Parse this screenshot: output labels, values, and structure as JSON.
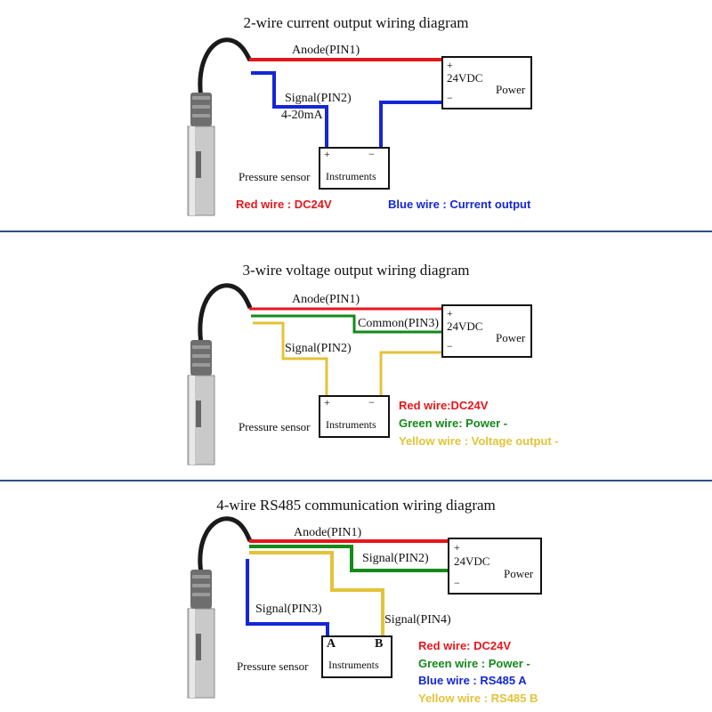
{
  "colors": {
    "red": "#e8161b",
    "blue": "#1427d6",
    "green": "#138a1a",
    "yellow": "#e3c338",
    "divider": "#2f4f86"
  },
  "diagram1": {
    "title": "2-wire current output wiring diagram",
    "anode": "Anode(PIN1)",
    "signal": "Signal(PIN2)",
    "current": "4-20mA",
    "plus": "+",
    "minus": "−",
    "vdc": "24VDC",
    "power": "Power",
    "instruments": "Instruments",
    "sensor": "Pressure sensor",
    "legend": [
      {
        "text": "Red wire : DC24V",
        "color": "red"
      },
      {
        "text": "Blue wire : Current output",
        "color": "blue"
      }
    ]
  },
  "diagram2": {
    "title": "3-wire voltage output wiring diagram",
    "anode": "Anode(PIN1)",
    "common": "Common(PIN3)",
    "signal": "Signal(PIN2)",
    "plus": "+",
    "minus": "−",
    "vdc": "24VDC",
    "power": "Power",
    "instruments": "Instruments",
    "sensor": "Pressure sensor",
    "legend": [
      {
        "text": "Red wire:DC24V",
        "color": "red"
      },
      {
        "text": "Green wire: Power -",
        "color": "green"
      },
      {
        "text": "Yellow wire : Voltage output -",
        "color": "yellow"
      }
    ]
  },
  "diagram3": {
    "title": "4-wire RS485 communication wiring diagram",
    "anode": "Anode(PIN1)",
    "signal2": "Signal(PIN2)",
    "signal3": "Signal(PIN3)",
    "signal4": "Signal(PIN4)",
    "plus": "+",
    "minus": "−",
    "vdc": "24VDC",
    "power": "Power",
    "instruments": "Instruments",
    "term_a": "A",
    "term_b": "B",
    "sensor": "Pressure sensor",
    "legend": [
      {
        "text": "Red wire: DC24V",
        "color": "red"
      },
      {
        "text": "Green wire : Power -",
        "color": "green"
      },
      {
        "text": "Blue wire : RS485 A",
        "color": "blue"
      },
      {
        "text": "Yellow wire : RS485 B",
        "color": "yellow"
      }
    ]
  }
}
